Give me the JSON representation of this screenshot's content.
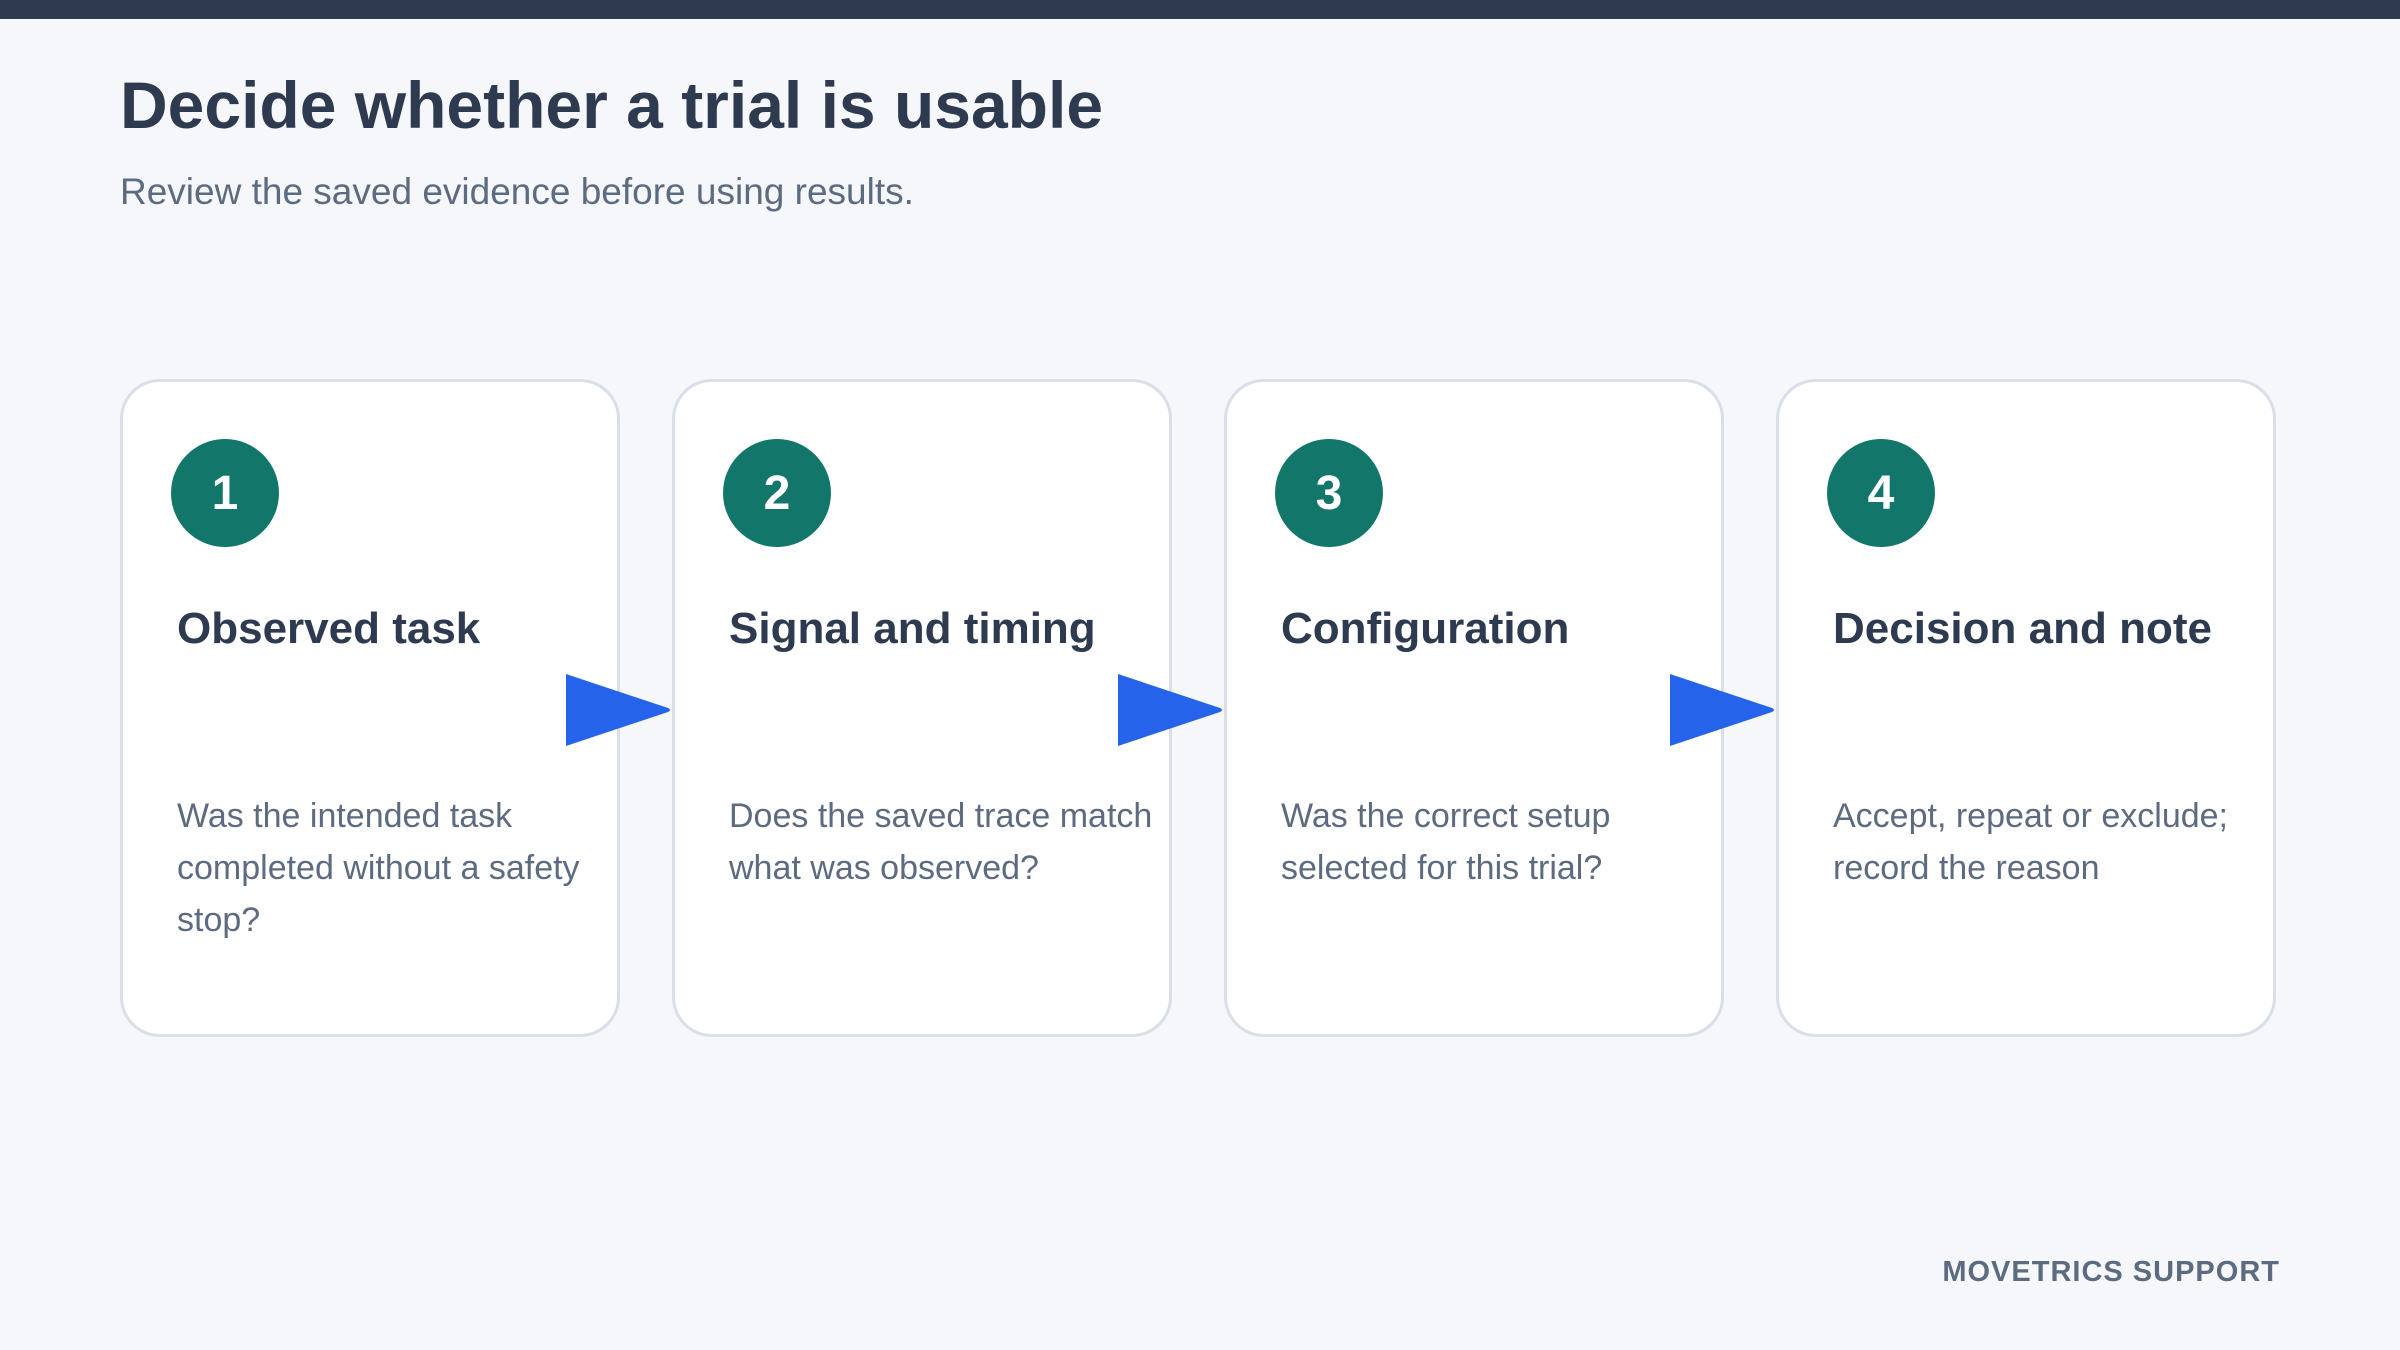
{
  "header": {
    "title": "Decide whether a trial is usable",
    "subtitle": "Review the saved evidence before using results."
  },
  "steps": [
    {
      "number": "1",
      "title": "Observed task",
      "description": "Was the intended task completed without a safety stop?"
    },
    {
      "number": "2",
      "title": "Signal and timing",
      "description": "Does the saved trace match what was observed?"
    },
    {
      "number": "3",
      "title": "Configuration",
      "description": "Was the correct setup selected for this trial?"
    },
    {
      "number": "4",
      "title": "Decision and note",
      "description": "Accept, repeat or exclude; record the reason"
    }
  ],
  "footer": {
    "label": "MOVETRICS SUPPORT"
  },
  "colors": {
    "header_bar": "#2e3a4f",
    "badge": "#12766b",
    "arrow": "#2563eb",
    "background": "#f5f7fb"
  }
}
